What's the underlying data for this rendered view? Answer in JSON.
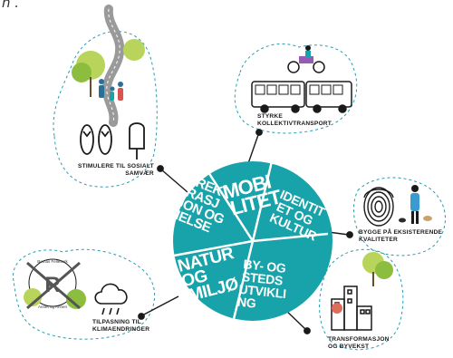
{
  "corner_fragment": "n .",
  "center_segments": {
    "rekreasjon": [
      "REK",
      "RASJ",
      "JON OG",
      "HELSE"
    ],
    "mobilitet": [
      "MOBI",
      "LITET"
    ],
    "identitet": [
      "IDENTIT",
      "ET OG",
      "KULTUR"
    ],
    "natur": [
      "NATUR",
      "OG",
      "MILJØ"
    ],
    "by": [
      "BY- OG",
      "STEDS",
      "UTVIKLI",
      "NG"
    ]
  },
  "themes": {
    "sosial": [
      "STIMULERE TIL SOSIALT",
      "SAMVÆR"
    ],
    "kollektiv": [
      "STYRKE",
      "KOLLEKTIVTRANSPORT"
    ],
    "kvaliteter": [
      "BYGGE PÅ EKSISTERENDE",
      "KVALITETER"
    ],
    "transformasjon": [
      "TRANSFORMASJON",
      "OG BYVEKST"
    ],
    "klima": [
      "TILPASNING TIL",
      "KLIMAENDRINGER"
    ]
  },
  "crossed_sign": {
    "top": "Bomas Felleserk",
    "bottom": "Annet og Annen"
  },
  "colors": {
    "teal": "#17a3a9",
    "dash": "#2a9bb0",
    "tree_light": "#b9d45a",
    "tree_dark": "#8cbd3f",
    "ink": "#1a1a1a"
  },
  "icons": [
    "walking-path-icon",
    "flip-flops-icon",
    "ice-cream-icon",
    "bicycle-icon",
    "bus-icon",
    "fingerprint-icon",
    "person-with-dogs-icon",
    "trees-icon",
    "city-buildings-icon",
    "crossed-sign-icon",
    "rain-cloud-icon"
  ]
}
